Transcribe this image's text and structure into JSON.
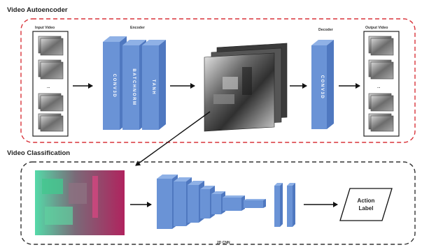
{
  "autoencoder": {
    "title": "Video Autoencoder",
    "input_label": "Input Video",
    "encoder_label": "Encoder",
    "decoder_label": "Decoder",
    "output_label": "Output Video",
    "encoder_layers": [
      "CONV3D",
      "BATCHNORM",
      "TANH"
    ],
    "decoder_layers": [
      "CONV3D"
    ],
    "ellipsis": "..."
  },
  "classification": {
    "title": "Video Classification",
    "cnn_label": "2D CNN",
    "action_label_line1": "Action",
    "action_label_line2": "Label"
  },
  "colors": {
    "layer_blue": "#6a93d6",
    "layer_blue_dark": "#4f78c0",
    "autoencoder_border": "#d9333a",
    "classification_border": "#333333"
  }
}
